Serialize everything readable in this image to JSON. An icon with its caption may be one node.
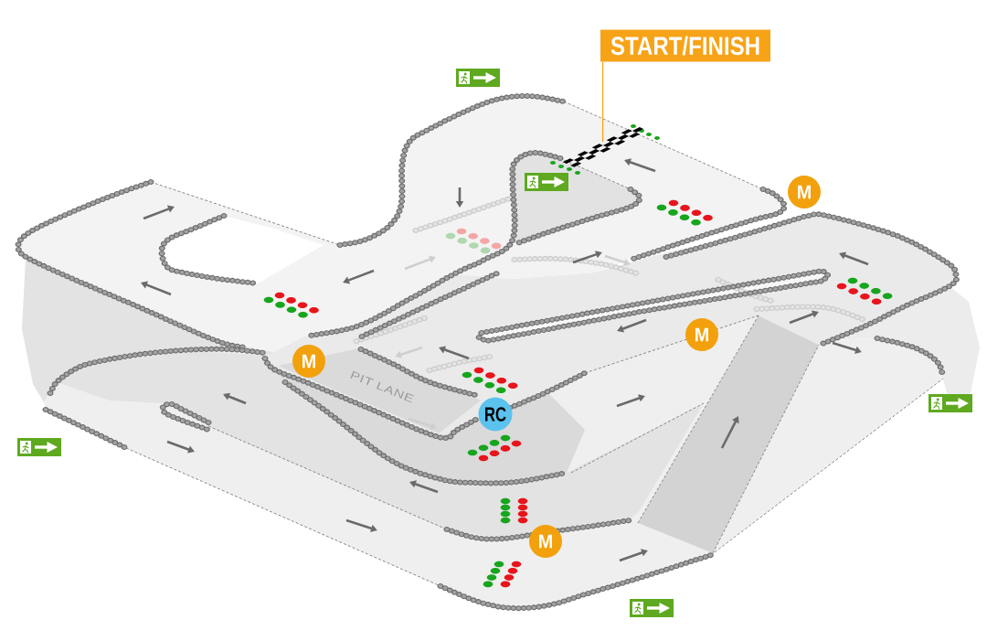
{
  "diagram": {
    "nodes": [
      {
        "text": [
          "START/FINISH"
        ]
      },
      {
        "text": [],
        "shape": "bar"
      },
      {
        "text": [
          "M"
        ]
      },
      {
        "text": [
          "M"
        ]
      },
      {
        "text": [
          "M"
        ]
      },
      {
        "text": [
          "RC"
        ]
      },
      {
        "text": [
          "M"
        ]
      }
    ],
    "edges": [
      {
        "from": 0,
        "to": 1,
        "arrow": "none"
      }
    ],
    "labels": [
      "PIT LANE"
    ]
  }
}
